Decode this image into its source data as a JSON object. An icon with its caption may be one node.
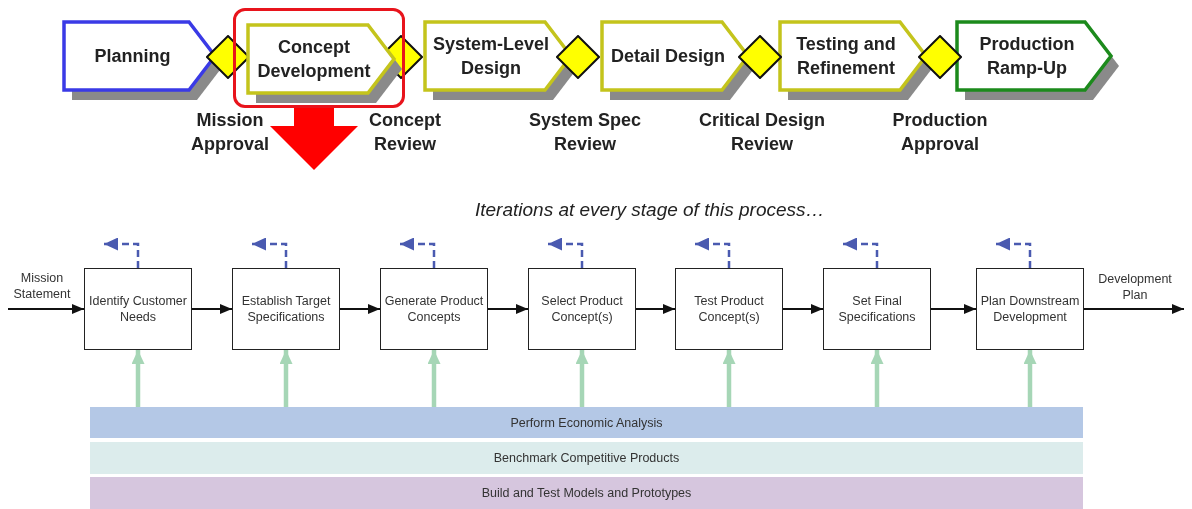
{
  "diagram": {
    "nodes": [
      {
        "text": [
          "Planning"
        ]
      },
      {
        "text": [],
        "shape": "box"
      },
      {
        "text": [
          "Concept Development"
        ],
        "in": 1
      },
      {
        "text": [
          "System-Level Design"
        ]
      },
      {
        "text": [
          "Detail Design"
        ]
      },
      {
        "text": [
          "Testing and Refinement"
        ]
      },
      {
        "text": [
          "Production Ramp-Up"
        ]
      },
      {
        "text": [],
        "shape": "diamond"
      },
      {
        "text": [],
        "shape": "diamond"
      },
      {
        "text": [],
        "shape": "diamond"
      },
      {
        "text": [],
        "shape": "diamond"
      },
      {
        "text": [],
        "shape": "diamond"
      },
      {
        "text": [
          "Mission Statement"
        ]
      },
      {
        "text": [
          "Identify Customer Needs"
        ]
      },
      {
        "text": [
          "Establish Target Specifications"
        ]
      },
      {
        "text": [
          "Generate Product Concepts"
        ]
      },
      {
        "text": [
          "Select Product Concept(s)"
        ]
      },
      {
        "text": [
          "Test Product Concept(s)"
        ]
      },
      {
        "text": [
          "Set Final Specifications"
        ]
      },
      {
        "text": [
          "Plan Downstream Development"
        ]
      },
      {
        "text": [
          "Development Plan"
        ]
      },
      {
        "text": [
          "Perform Economic Analysis"
        ]
      },
      {
        "text": [
          "Benchmark Competitive Products"
        ]
      },
      {
        "text": [
          "Build and Test Models and Prototypes"
        ]
      }
    ],
    "edges": [
      {
        "from": 12,
        "to": 13,
        "arrow": "to"
      },
      {
        "from": 13,
        "to": 14,
        "arrow": "to"
      },
      {
        "from": 14,
        "to": 15,
        "arrow": "to"
      },
      {
        "from": 15,
        "to": 16,
        "arrow": "to"
      },
      {
        "from": 16,
        "to": 17,
        "arrow": "to"
      },
      {
        "from": 17,
        "to": 18,
        "arrow": "to"
      },
      {
        "from": 18,
        "to": 19,
        "arrow": "to"
      },
      {
        "from": 19,
        "to": 20,
        "arrow": "to"
      },
      {
        "from": 13,
        "to": null,
        "arrow": "to",
        "style": "dashed",
        "color": "#4a5ab0"
      },
      {
        "from": 14,
        "to": null,
        "arrow": "to",
        "style": "dashed",
        "color": "#4a5ab0"
      },
      {
        "from": 15,
        "to": null,
        "arrow": "to",
        "style": "dashed",
        "color": "#4a5ab0"
      },
      {
        "from": 16,
        "to": null,
        "arrow": "to",
        "style": "dashed",
        "color": "#4a5ab0"
      },
      {
        "from": 17,
        "to": null,
        "arrow": "to",
        "style": "dashed",
        "color": "#4a5ab0"
      },
      {
        "from": 18,
        "to": null,
        "arrow": "to",
        "style": "dashed",
        "color": "#4a5ab0"
      },
      {
        "from": 19,
        "to": null,
        "arrow": "to",
        "style": "dashed",
        "color": "#4a5ab0"
      },
      {
        "from": 21,
        "to": 13,
        "arrow": "to",
        "style": "thick",
        "color": "#a6d6b6"
      },
      {
        "from": 21,
        "to": 14,
        "arrow": "to",
        "style": "thick",
        "color": "#a6d6b6"
      },
      {
        "from": 21,
        "to": 15,
        "arrow": "to",
        "style": "thick",
        "color": "#a6d6b6"
      },
      {
        "from": 21,
        "to": 16,
        "arrow": "to",
        "style": "thick",
        "color": "#a6d6b6"
      },
      {
        "from": 21,
        "to": 17,
        "arrow": "to",
        "style": "thick",
        "color": "#a6d6b6"
      },
      {
        "from": 21,
        "to": 18,
        "arrow": "to",
        "style": "thick",
        "color": "#a6d6b6"
      },
      {
        "from": 21,
        "to": 19,
        "arrow": "to",
        "style": "thick",
        "color": "#a6d6b6"
      },
      {
        "from": 1,
        "to": null,
        "arrow": "to",
        "style": "thick",
        "color": "#ff0000"
      }
    ],
    "labels": [
      "Mission Approval",
      "Concept Review",
      "System Spec Review",
      "Critical Design Review",
      "Production Approval",
      "Iterations at every stage of this process…"
    ]
  }
}
